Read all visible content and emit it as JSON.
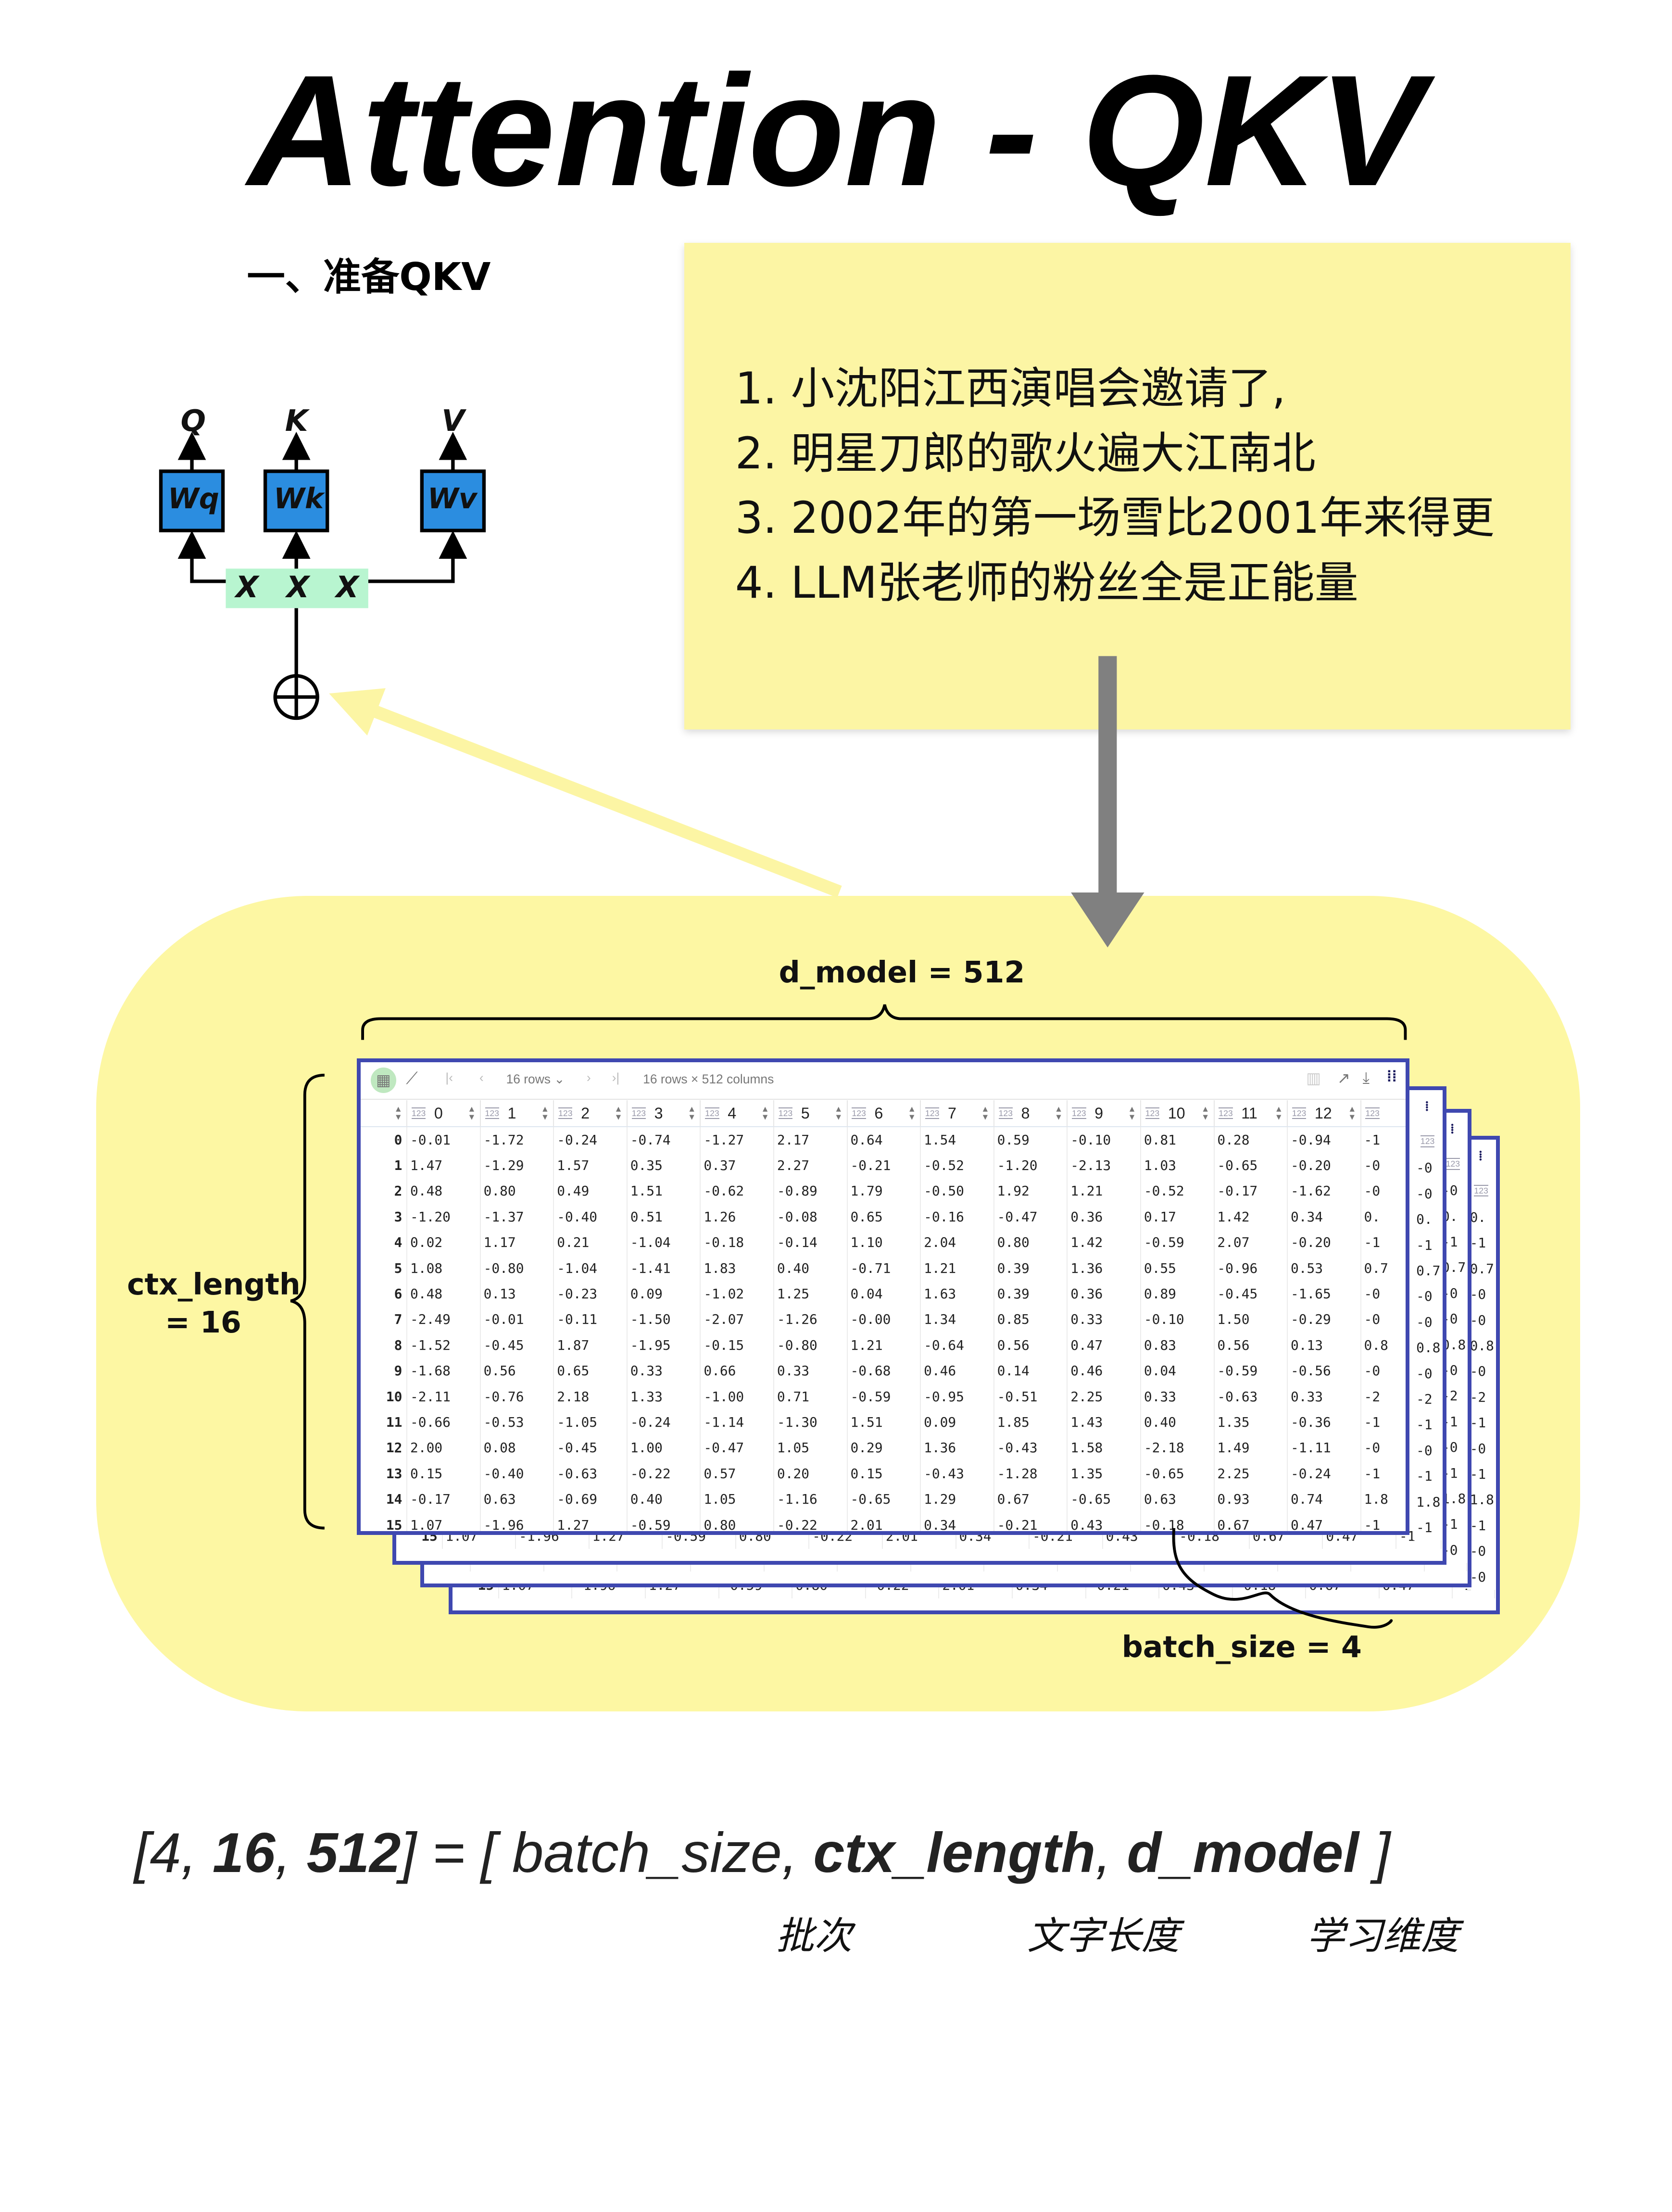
{
  "title": "Attention - QKV",
  "section_heading": "一、准备QKV",
  "sticky_note": {
    "lines": [
      "1. 小沈阳江西演唱会邀请了,",
      "2. 明星刀郎的歌火遍大江南北",
      "3. 2002年的第一场雪比2001年来得更",
      "4. LLM张老师的粉丝全是正能量"
    ],
    "color": "#fcf5a4"
  },
  "diagram": {
    "outputs": [
      "Q",
      "K",
      "V"
    ],
    "weights": [
      "Wq",
      "Wk",
      "Wv"
    ],
    "inputs": [
      "X",
      "X",
      "X"
    ],
    "weight_color": "#2b8de0",
    "input_color": "#b8f5d0"
  },
  "labels": {
    "d_model": "d_model = 512",
    "ctx_length_1": "ctx_length",
    "ctx_length_2": "= 16",
    "batch_size": "batch_size = 4"
  },
  "table": {
    "rows_selector": "16 rows",
    "shape": "16 rows × 512 columns",
    "type_badge": "123",
    "columns": [
      "0",
      "1",
      "2",
      "3",
      "4",
      "5",
      "6",
      "7",
      "8",
      "9",
      "10",
      "11",
      "12"
    ],
    "rows": [
      [
        "-0.01",
        "-1.72",
        "-0.24",
        "-0.74",
        "-1.27",
        "2.17",
        "0.64",
        "1.54",
        "0.59",
        "-0.10",
        "0.81",
        "0.28",
        "-0.94"
      ],
      [
        "1.47",
        "-1.29",
        "1.57",
        "0.35",
        "0.37",
        "2.27",
        "-0.21",
        "-0.52",
        "-1.20",
        "-2.13",
        "1.03",
        "-0.65",
        "-0.20"
      ],
      [
        "0.48",
        "0.80",
        "0.49",
        "1.51",
        "-0.62",
        "-0.89",
        "1.79",
        "-0.50",
        "1.92",
        "1.21",
        "-0.52",
        "-0.17",
        "-1.62"
      ],
      [
        "-1.20",
        "-1.37",
        "-0.40",
        "0.51",
        "1.26",
        "-0.08",
        "0.65",
        "-0.16",
        "-0.47",
        "0.36",
        "0.17",
        "1.42",
        "0.34"
      ],
      [
        "0.02",
        "1.17",
        "0.21",
        "-1.04",
        "-0.18",
        "-0.14",
        "1.10",
        "2.04",
        "0.80",
        "1.42",
        "-0.59",
        "2.07",
        "-0.20"
      ],
      [
        "1.08",
        "-0.80",
        "-1.04",
        "-1.41",
        "1.83",
        "0.40",
        "-0.71",
        "1.21",
        "0.39",
        "1.36",
        "0.55",
        "-0.96",
        "0.53"
      ],
      [
        "0.48",
        "0.13",
        "-0.23",
        "0.09",
        "-1.02",
        "1.25",
        "0.04",
        "1.63",
        "0.39",
        "0.36",
        "0.89",
        "-0.45",
        "-1.65"
      ],
      [
        "-2.49",
        "-0.01",
        "-0.11",
        "-1.50",
        "-2.07",
        "-1.26",
        "-0.00",
        "1.34",
        "0.85",
        "0.33",
        "-0.10",
        "1.50",
        "-0.29"
      ],
      [
        "-1.52",
        "-0.45",
        "1.87",
        "-1.95",
        "-0.15",
        "-0.80",
        "1.21",
        "-0.64",
        "0.56",
        "0.47",
        "0.83",
        "0.56",
        "0.13"
      ],
      [
        "-1.68",
        "0.56",
        "0.65",
        "0.33",
        "0.66",
        "0.33",
        "-0.68",
        "0.46",
        "0.14",
        "0.46",
        "0.04",
        "-0.59",
        "-0.56"
      ],
      [
        "-2.11",
        "-0.76",
        "2.18",
        "1.33",
        "-1.00",
        "0.71",
        "-0.59",
        "-0.95",
        "-0.51",
        "2.25",
        "0.33",
        "-0.63",
        "0.33"
      ],
      [
        "-0.66",
        "-0.53",
        "-1.05",
        "-0.24",
        "-1.14",
        "-1.30",
        "1.51",
        "0.09",
        "1.85",
        "1.43",
        "0.40",
        "1.35",
        "-0.36"
      ],
      [
        "2.00",
        "0.08",
        "-0.45",
        "1.00",
        "-0.47",
        "1.05",
        "0.29",
        "1.36",
        "-0.43",
        "1.58",
        "-2.18",
        "1.49",
        "-1.11"
      ],
      [
        "0.15",
        "-0.40",
        "-0.63",
        "-0.22",
        "0.57",
        "0.20",
        "0.15",
        "-0.43",
        "-1.28",
        "1.35",
        "-0.65",
        "2.25",
        "-0.24"
      ],
      [
        "-0.17",
        "0.63",
        "-0.69",
        "0.40",
        "1.05",
        "-1.16",
        "-0.65",
        "1.29",
        "0.67",
        "-0.65",
        "0.63",
        "0.93",
        "0.74"
      ],
      [
        "1.07",
        "-1.96",
        "1.27",
        "-0.59",
        "0.80",
        "-0.22",
        "2.01",
        "0.34",
        "-0.21",
        "0.43",
        "-0.18",
        "0.67",
        "0.47"
      ]
    ],
    "partial_col13": [
      "-1",
      "-0",
      "-0",
      "0.",
      "-1",
      "0.7",
      "-0",
      "-0",
      "0.8",
      "-0",
      "-2",
      "-1",
      "-0",
      "-1",
      "1.8",
      "-1"
    ]
  },
  "formula": {
    "open": "[4, ",
    "n16": "16",
    "comma1": ", ",
    "n512": "512",
    "eq": "] = [ batch_size, ",
    "ctx": "ctx_length",
    "comma2": ", ",
    "dm": "d_model",
    "close": " ]",
    "sub_batch": "批次",
    "sub_ctx": "文字长度",
    "sub_dmodel": "学习维度"
  }
}
